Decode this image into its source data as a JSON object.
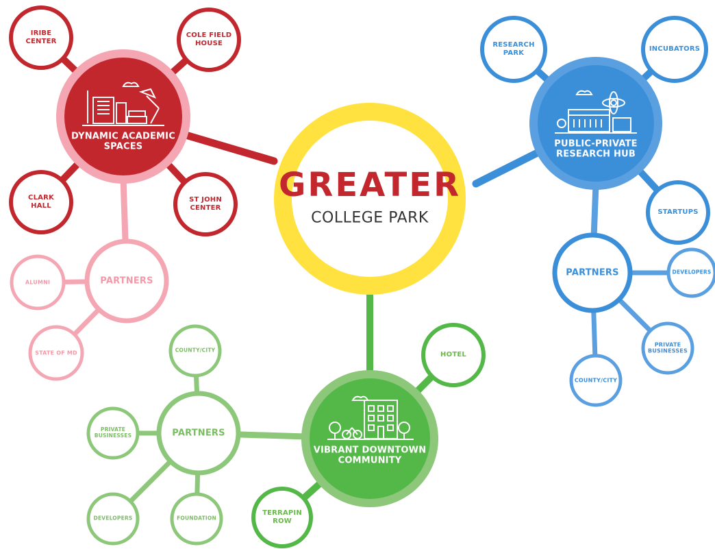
{
  "colors": {
    "red": "#c1272d",
    "pink": "#f4a6b3",
    "blue": "#3b8ed8",
    "green": "#54b848",
    "light_green": "#8cc77a",
    "yellow": "#ffe23f"
  },
  "center": {
    "title": "GREATER",
    "subtitle": "COLLEGE PARK"
  },
  "academic": {
    "hub_label": "DYNAMIC ACADEMIC\nSPACES",
    "hub_icon": "books-lamp-icon",
    "nodes": [
      "IRIBE\nCENTER",
      "COLE FIELD\nHOUSE",
      "CLARK\nHALL",
      "ST JOHN\nCENTER"
    ],
    "partners": {
      "label": "PARTNERS",
      "nodes": [
        "ALUMNI",
        "STATE OF MD"
      ]
    }
  },
  "research": {
    "hub_label": "PUBLIC-PRIVATE\nRESEARCH HUB",
    "hub_icon": "research-building-icon",
    "nodes": [
      "RESEARCH\nPARK",
      "INCUBATORS",
      "STARTUPS"
    ],
    "partners": {
      "label": "PARTNERS",
      "nodes": [
        "DEVELOPERS",
        "PRIVATE\nBUSINESSES",
        "COUNTY/CITY"
      ]
    }
  },
  "downtown": {
    "hub_label": "VIBRANT DOWNTOWN\nCOMMUNITY",
    "hub_icon": "downtown-building-icon",
    "nodes": [
      "HOTEL",
      "TERRAPIN\nROW"
    ],
    "partners": {
      "label": "PARTNERS",
      "nodes": [
        "COUNTY/CITY",
        "PRIVATE\nBUSINESSES",
        "DEVELOPERS",
        "FOUNDATION"
      ]
    }
  }
}
